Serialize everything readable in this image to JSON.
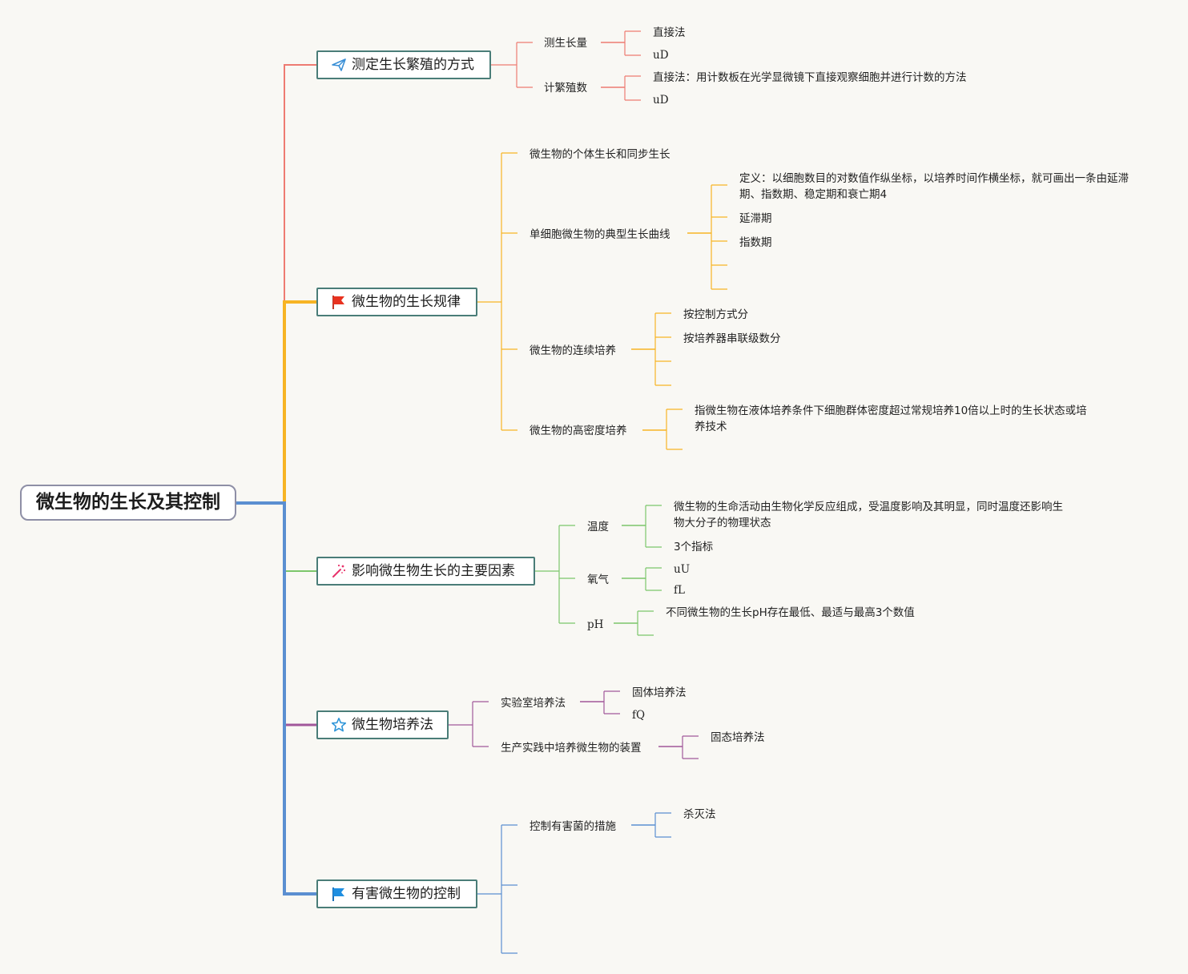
{
  "root": {
    "label": "微生物的生长及其控制"
  },
  "colors": {
    "branch1": "#ee7b72",
    "branch2": "#f7b424",
    "branch3": "#7cc66b",
    "branch4": "#a1579a",
    "branch5": "#5b8fd1",
    "box_border": "#4a7d78"
  },
  "branches": [
    {
      "label": "测定生长繁殖的方式",
      "icon": "paper-plane-icon",
      "children": [
        {
          "label": "测生长量",
          "children": [
            {
              "label": "直接法"
            },
            {
              "label": "uD"
            }
          ]
        },
        {
          "label": "计繁殖数",
          "children": [
            {
              "label": "直接法：用计数板在光学显微镜下直接观察细胞并进行计数的方法"
            },
            {
              "label": "uD"
            }
          ]
        }
      ]
    },
    {
      "label": "微生物的生长规律",
      "icon": "red-flag-icon",
      "children": [
        {
          "label": "微生物的个体生长和同步生长"
        },
        {
          "label": "单细胞微生物的典型生长曲线",
          "children": [
            {
              "label": "定义：以细胞数目的对数值作纵坐标，以培养时间作横坐标，就可画出一条由延滞期、指数期、稳定期和衰亡期4"
            },
            {
              "label": "延滞期"
            },
            {
              "label": "指数期"
            },
            {
              "label": ""
            },
            {
              "label": ""
            }
          ]
        },
        {
          "label": "微生物的连续培养",
          "children": [
            {
              "label": "按控制方式分"
            },
            {
              "label": "按培养器串联级数分"
            },
            {
              "label": ""
            },
            {
              "label": ""
            }
          ]
        },
        {
          "label": "微生物的高密度培养",
          "children": [
            {
              "label": "指微生物在液体培养条件下细胞群体密度超过常规培养10倍以上时的生长状态或培养技术"
            },
            {
              "label": ""
            }
          ]
        }
      ]
    },
    {
      "label": "影响微生物生长的主要因素",
      "icon": "magic-wand-icon",
      "children": [
        {
          "label": "温度",
          "children": [
            {
              "label": "微生物的生命活动由生物化学反应组成，受温度影响及其明显，同时温度还影响生物大分子的物理状态"
            },
            {
              "label": "3个指标"
            }
          ]
        },
        {
          "label": "氧气",
          "children": [
            {
              "label": "uU"
            },
            {
              "label": "fL"
            }
          ]
        },
        {
          "label": "pH",
          "children": [
            {
              "label": "不同微生物的生长pH存在最低、最适与最高3个数值"
            },
            {
              "label": ""
            }
          ]
        }
      ]
    },
    {
      "label": "微生物培养法",
      "icon": "star-icon",
      "children": [
        {
          "label": "实验室培养法",
          "children": [
            {
              "label": "固体培养法"
            },
            {
              "label": "fQ"
            }
          ]
        },
        {
          "label": "生产实践中培养微生物的装置",
          "children": [
            {
              "label": "固态培养法"
            },
            {
              "label": ""
            }
          ]
        }
      ]
    },
    {
      "label": "有害微生物的控制",
      "icon": "blue-flag-icon",
      "children": [
        {
          "label": "控制有害菌的措施",
          "children": [
            {
              "label": "杀灭法"
            },
            {
              "label": ""
            }
          ]
        },
        {
          "label": ""
        },
        {
          "label": ""
        }
      ]
    }
  ]
}
